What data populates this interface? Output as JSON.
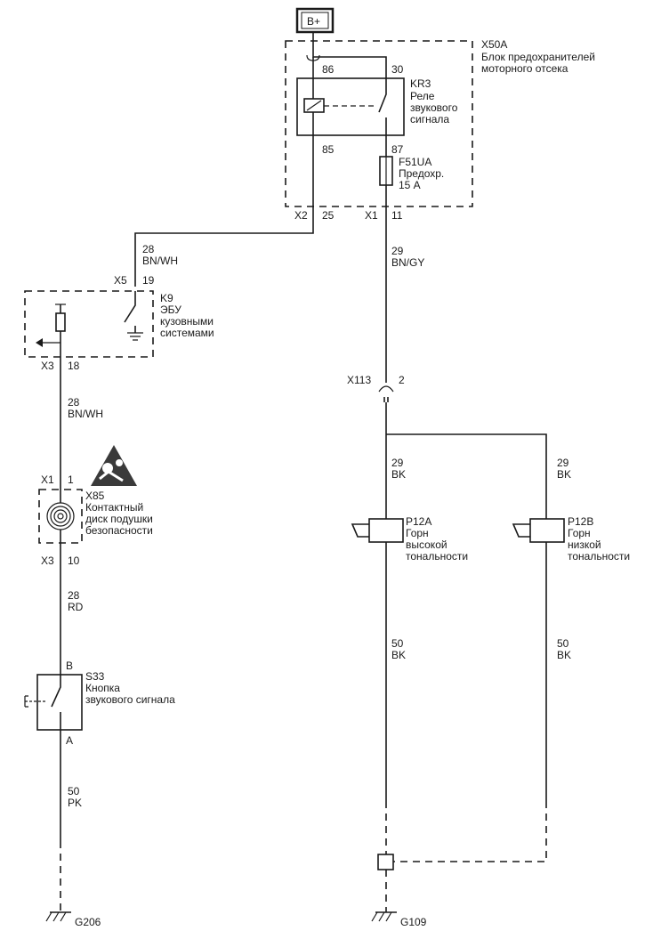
{
  "power": {
    "label": "B+"
  },
  "fuse_block": {
    "id": "X50A",
    "desc1": "Блок предохранителей",
    "desc2": "моторного отсека"
  },
  "relay": {
    "id": "KR3",
    "desc1": "Реле",
    "desc2": "звукового",
    "desc3": "сигнала",
    "pin86": "86",
    "pin30": "30",
    "pin85": "85",
    "pin87": "87"
  },
  "fuse": {
    "id": "F51UA",
    "desc1": "Предохр.",
    "desc2": "15 А"
  },
  "connectors": {
    "x2": "X2",
    "x2_pin": "25",
    "x1": "X1",
    "x1_pin": "11",
    "x5": "X5",
    "x5_pin": "19",
    "x3a": "X3",
    "x3a_pin": "18",
    "x113": "X113",
    "x113_pin": "2",
    "x1b": "X1",
    "x1b_pin": "1",
    "x3b": "X3",
    "x3b_pin": "10"
  },
  "ecu": {
    "id": "K9",
    "desc1": "ЭБУ",
    "desc2": "кузовными",
    "desc3": "системами"
  },
  "clockspring": {
    "id": "X85",
    "desc1": "Контактный",
    "desc2": "диск подушки",
    "desc3": "безопасности"
  },
  "horn_switch": {
    "id": "S33",
    "desc1": "Кнопка",
    "desc2": "звукового сигнала",
    "pin_b": "B",
    "pin_a": "A"
  },
  "horn_high": {
    "id": "P12A",
    "desc1": "Горн",
    "desc2": "высокой",
    "desc3": "тональности"
  },
  "horn_low": {
    "id": "P12B",
    "desc1": "Горн",
    "desc2": "низкой",
    "desc3": "тональности"
  },
  "wires": {
    "w1_size": "28",
    "w1_color": "BN/WH",
    "w2_size": "29",
    "w2_color": "BN/GY",
    "w3_size": "28",
    "w3_color": "BN/WH",
    "w4_size": "28",
    "w4_color": "RD",
    "w5_size": "50",
    "w5_color": "PK",
    "w6_size": "29",
    "w6_color": "BK",
    "w7_size": "29",
    "w7_color": "BK",
    "w8_size": "50",
    "w8_color": "BK",
    "w9_size": "50",
    "w9_color": "BK"
  },
  "grounds": {
    "left": "G206",
    "right": "G109"
  }
}
